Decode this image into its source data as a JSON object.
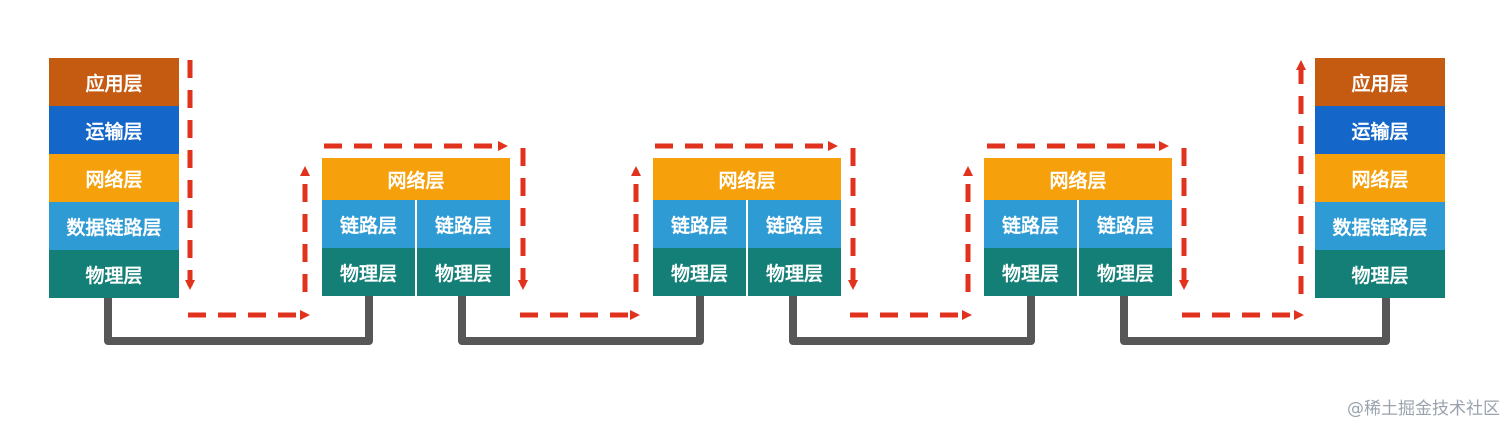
{
  "end_host_left": {
    "layers": [
      {
        "label": "应用层",
        "color": "#c55a11"
      },
      {
        "label": "运输层",
        "color": "#1467c8"
      },
      {
        "label": "网络层",
        "color": "#f6a00c"
      },
      {
        "label": "数据链路层",
        "color": "#2f9bd4"
      },
      {
        "label": "物理层",
        "color": "#137f76"
      }
    ]
  },
  "routers": [
    {
      "network": "网络层",
      "link_left": "链路层",
      "link_right": "链路层",
      "phy_left": "物理层",
      "phy_right": "物理层"
    },
    {
      "network": "网络层",
      "link_left": "链路层",
      "link_right": "链路层",
      "phy_left": "物理层",
      "phy_right": "物理层"
    },
    {
      "network": "网络层",
      "link_left": "链路层",
      "link_right": "链路层",
      "phy_left": "物理层",
      "phy_right": "物理层"
    }
  ],
  "end_host_right": {
    "layers": [
      {
        "label": "应用层",
        "color": "#c55a11"
      },
      {
        "label": "运输层",
        "color": "#1467c8"
      },
      {
        "label": "网络层",
        "color": "#f6a00c"
      },
      {
        "label": "数据链路层",
        "color": "#2f9bd4"
      },
      {
        "label": "物理层",
        "color": "#137f76"
      }
    ]
  },
  "colors": {
    "arrow": "#e0321c",
    "wire": "#575757"
  },
  "watermark": "@稀土掘金技术社区"
}
